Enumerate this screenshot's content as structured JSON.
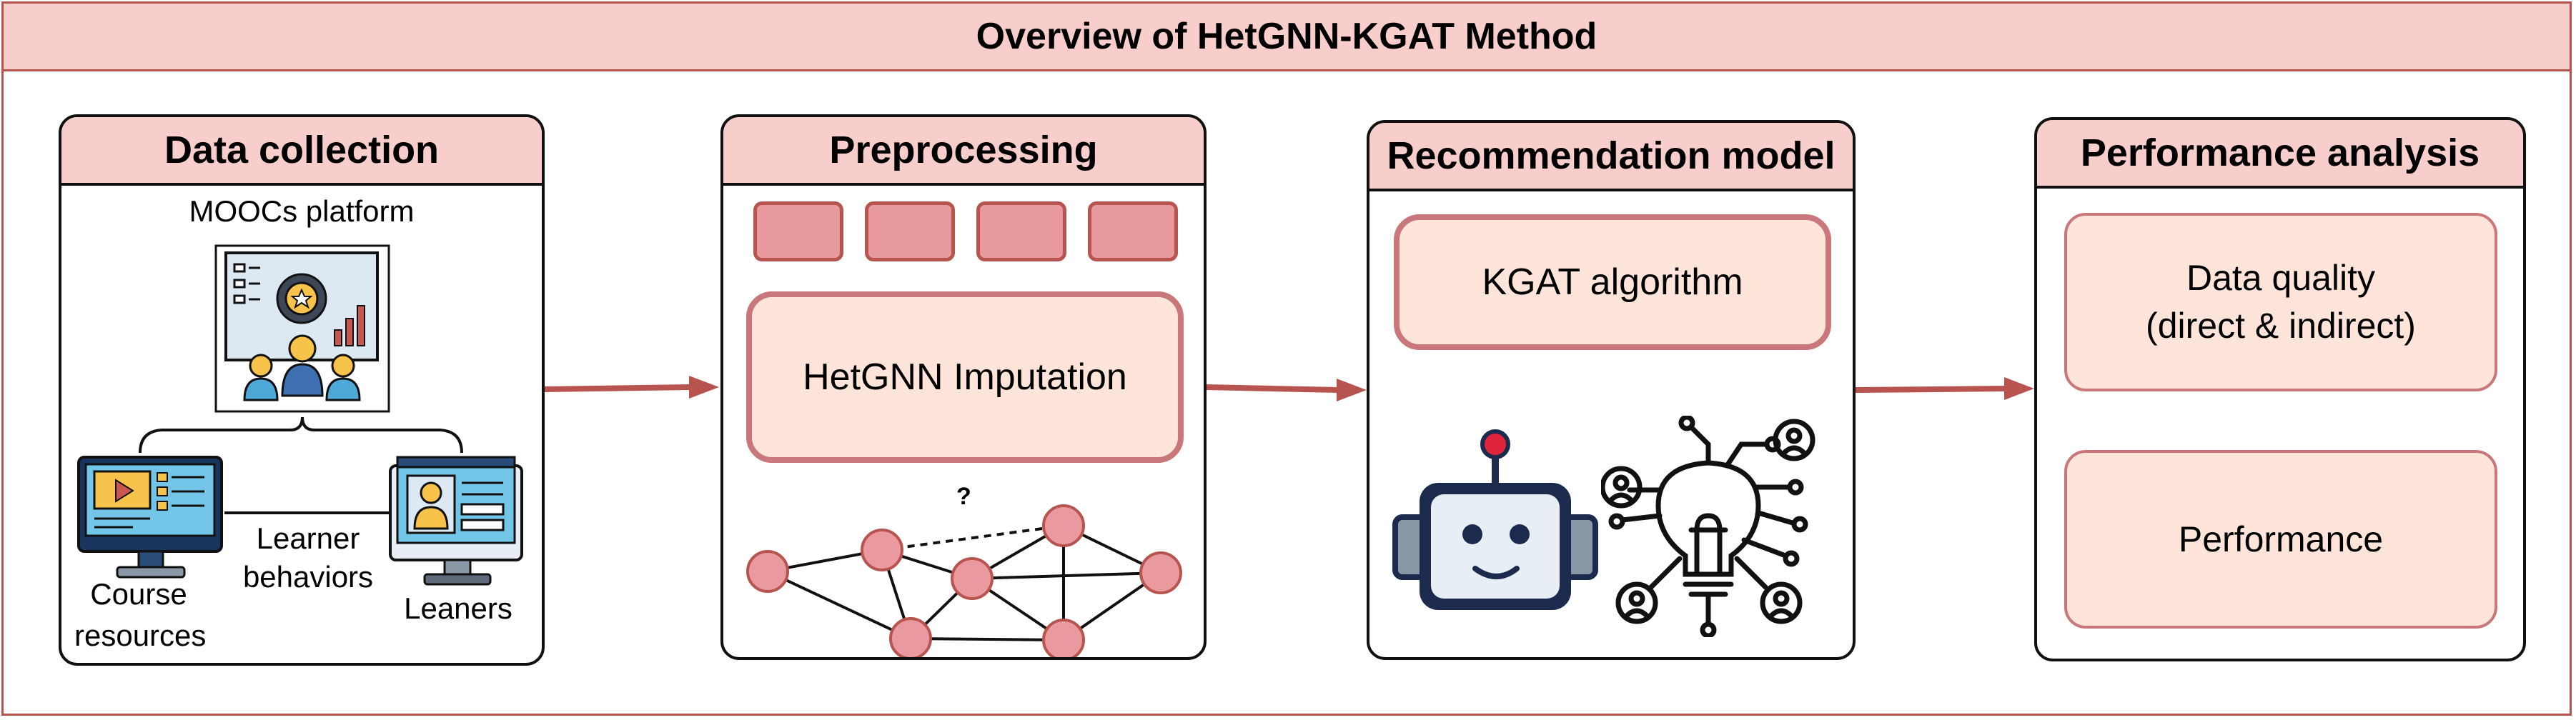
{
  "title": "Overview of HetGNN-KGAT Method",
  "colors": {
    "banner_fill": "#f8cecc",
    "border_red": "#b85450",
    "box_fill": "#ffe4da",
    "node_fill": "#ea9a9f",
    "arrow": "#b85450"
  },
  "panels": {
    "data_collection": {
      "title": "Data collection",
      "platform_label": "MOOCs platform",
      "course_label_line1": "Course",
      "course_label_line2": "resources",
      "behavior_label_line1": "Learner",
      "behavior_label_line2": "behaviors",
      "learners_label": "Leaners",
      "icons": [
        "presentation-board-icon",
        "video-monitor-icon",
        "learner-monitor-icon"
      ]
    },
    "preprocessing": {
      "title": "Preprocessing",
      "tokens_count": 4,
      "box_label": "HetGNN Imputation",
      "missing_edge_label": "?",
      "icons": [
        "graph-network-icon"
      ]
    },
    "recommendation": {
      "title": "Recommendation model",
      "box_label": "KGAT algorithm",
      "icons": [
        "robot-icon",
        "ai-lightbulb-icon"
      ]
    },
    "performance": {
      "title": "Performance analysis",
      "box1_line1": "Data quality",
      "box1_line2": "(direct & indirect)",
      "box2_label": "Performance"
    }
  }
}
